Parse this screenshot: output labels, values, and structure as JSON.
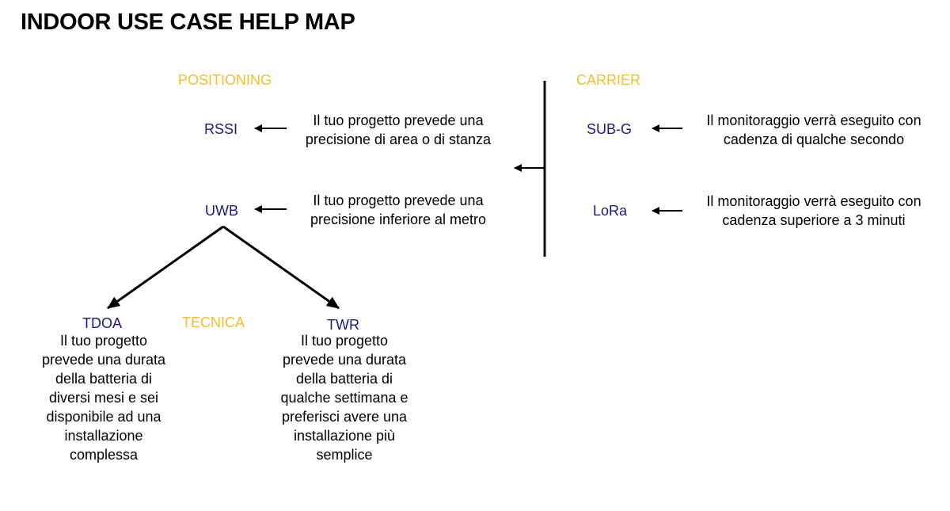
{
  "title": "INDOOR USE CASE HELP MAP",
  "colors": {
    "section": "#f2c02e",
    "node": "#1c1a7a",
    "text": "#000000",
    "arrow": "#000000"
  },
  "positioning": {
    "header": "POSITIONING",
    "rssi": {
      "label": "RSSI",
      "desc_line1": "Il tuo progetto prevede una",
      "desc_line2": "precisione di area o di stanza"
    },
    "uwb": {
      "label": "UWB",
      "desc_line1": "Il tuo progetto prevede una",
      "desc_line2": "precisione inferiore al metro"
    }
  },
  "carrier": {
    "header": "CARRIER",
    "subg": {
      "label": "SUB-G",
      "desc_line1": "Il monitoraggio verrà eseguito con",
      "desc_line2": "cadenza di qualche secondo"
    },
    "lora": {
      "label": "LoRa",
      "desc_line1": "Il monitoraggio verrà eseguito con",
      "desc_line2": "cadenza superiore a 3 minuti"
    }
  },
  "tecnica": {
    "header": "TECNICA",
    "tdoa": {
      "label": "TDOA",
      "desc_lines": [
        "Il tuo progetto",
        "prevede una durata",
        "della batteria di",
        "diversi mesi e sei",
        "disponibile ad una",
        "installazione",
        "complessa"
      ]
    },
    "twr": {
      "label": "TWR",
      "desc_lines": [
        "Il tuo progetto",
        "prevede una durata",
        "della batteria di",
        "qualche settimana e",
        "preferisci avere una",
        "installazione più",
        "semplice"
      ]
    }
  }
}
